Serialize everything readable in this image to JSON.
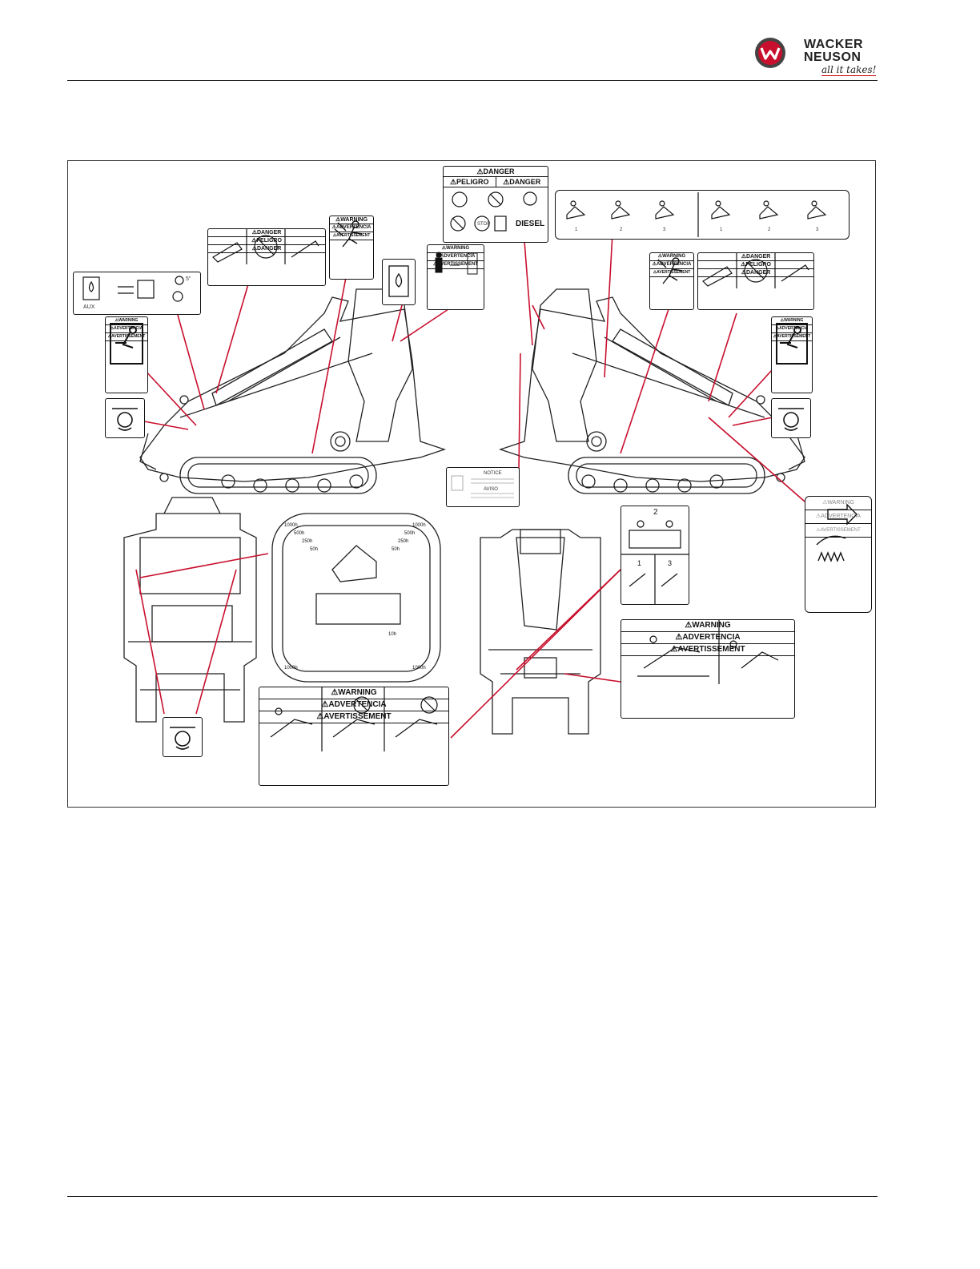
{
  "brand": {
    "name_line1": "WACKER",
    "name_line2": "NEUSON",
    "tagline": "all it takes!"
  },
  "colors": {
    "accent": "#c8102e",
    "leader": "#c8102e",
    "ink": "#111111"
  },
  "labels": {
    "danger_fuel": {
      "l1": "DANGER",
      "l2": "PELIGRO",
      "l3": "DANGER",
      "diesel": "DIESEL",
      "stop": "STOP"
    },
    "danger_crush_left": {
      "l1": "DANGER",
      "l2": "PELIGRO",
      "l3": "DANGER"
    },
    "danger_crush_right": {
      "l1": "DANGER",
      "l2": "PELIGRO",
      "l3": "DANGER"
    },
    "warning_fall_left": {
      "l1": "WARNING",
      "l2": "ADVERTENCIA",
      "l3": "AVERTISSEMENT"
    },
    "warning_fall_right": {
      "l1": "WARNING",
      "l2": "ADVERTENCIA",
      "l3": "AVERTISSEMENT"
    },
    "warning_operator": {
      "l1": "WARNING",
      "l2": "ADVERTENCIA",
      "l3": "AVERTISSEMENT"
    },
    "warning_pinch_left": {
      "l1": "WARNING",
      "l2": "ADVERTENCIA",
      "l3": "AVERTISSEMENT"
    },
    "warning_pinch_right": {
      "l1": "WARNING",
      "l2": "ADVERTENCIA",
      "l3": "AVERTISSEMENT"
    },
    "warning_hot": {
      "l1": "WARNING",
      "l2": "ADVERTENCIA",
      "l3": "AVERTISSEMENT"
    },
    "warning_lift": {
      "l1": "WARNING",
      "l2": "ADVERTENCIA",
      "l3": "AVERTISSEMENT"
    },
    "warning_bottom": {
      "l1": "WARNING",
      "l2": "ADVERTENCIA",
      "l3": "AVERTISSEMENT"
    },
    "aux": {
      "text": "AUX",
      "time": "5\""
    },
    "notice_plate": {
      "l1": "NOTICE",
      "l2": "AVISO"
    },
    "steps": {
      "s1": "1",
      "s2": "2",
      "s3": "3"
    },
    "control_panel": {
      "t1": "1000h",
      "t2": "500h",
      "t3": "250h",
      "t4": "50h",
      "t5": "10h"
    }
  }
}
